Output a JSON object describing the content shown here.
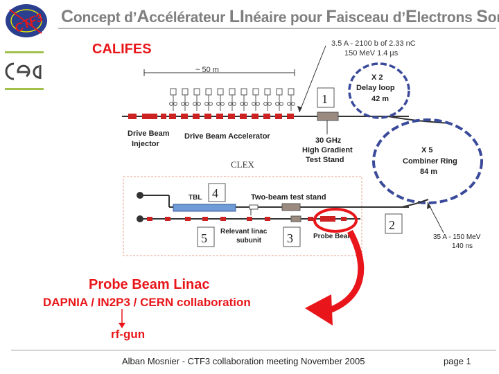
{
  "header": {
    "title_parts": [
      {
        "cap": "C",
        "rest": "oncept d’"
      },
      {
        "cap": "A",
        "rest": "ccélérateur "
      },
      {
        "cap": "LI",
        "rest": "néaire pour "
      },
      {
        "cap": "F",
        "rest": "aisceau d’"
      },
      {
        "cap": "E",
        "rest": "lectrons "
      },
      {
        "cap": "S",
        "rest": "onde"
      }
    ],
    "logo_ctf": "CTF3",
    "logo_cea": "cea"
  },
  "subtitle": "CALIFES",
  "diagram": {
    "drive_beam_params": "3.5 A - 2100 b of 2.33 nC",
    "drive_beam_energy": "150 MeV  1.4 µs",
    "length_marker": "~ 50 m",
    "drive_beam_injector": [
      "Drive Beam",
      "Injector"
    ],
    "drive_beam_accelerator": "Drive Beam Accelerator",
    "box1": "1",
    "test_stand_freq": "30 GHz",
    "test_stand_label": [
      "High Gradient",
      "Test Stand"
    ],
    "delay_loop": [
      "X 2",
      "Delay loop",
      "42 m"
    ],
    "combiner_ring": [
      "X 5",
      "Combiner Ring",
      "84 m"
    ],
    "clex": "CLEX",
    "tbl": "TBL",
    "box4": "4",
    "two_beam": "Two-beam test stand",
    "box2": "2",
    "relevant": [
      "Relevant linac",
      "subunit"
    ],
    "box5": "5",
    "box3": "3",
    "probe_beam": "Probe Beam",
    "output_params": [
      "35 A - 150 MeV",
      "140 ns"
    ]
  },
  "section_title": "Probe Beam Linac",
  "collaboration": "DAPNIA / IN2P3 / CERN collaboration",
  "rf_gun": "rf-gun",
  "footer": {
    "text": "Alban Mosnier - CTF3 collaboration meeting November 2005",
    "page": "page 1"
  },
  "colors": {
    "accent_red": "#e8161a",
    "title_gray": "#7f7f7f",
    "rule_green": "#a2c04a",
    "ring_blue": "#3a4a9a",
    "magnet_red": "#cc2222",
    "tbl_blue": "#6f9bd6",
    "stand_brown": "#9b8a80"
  }
}
